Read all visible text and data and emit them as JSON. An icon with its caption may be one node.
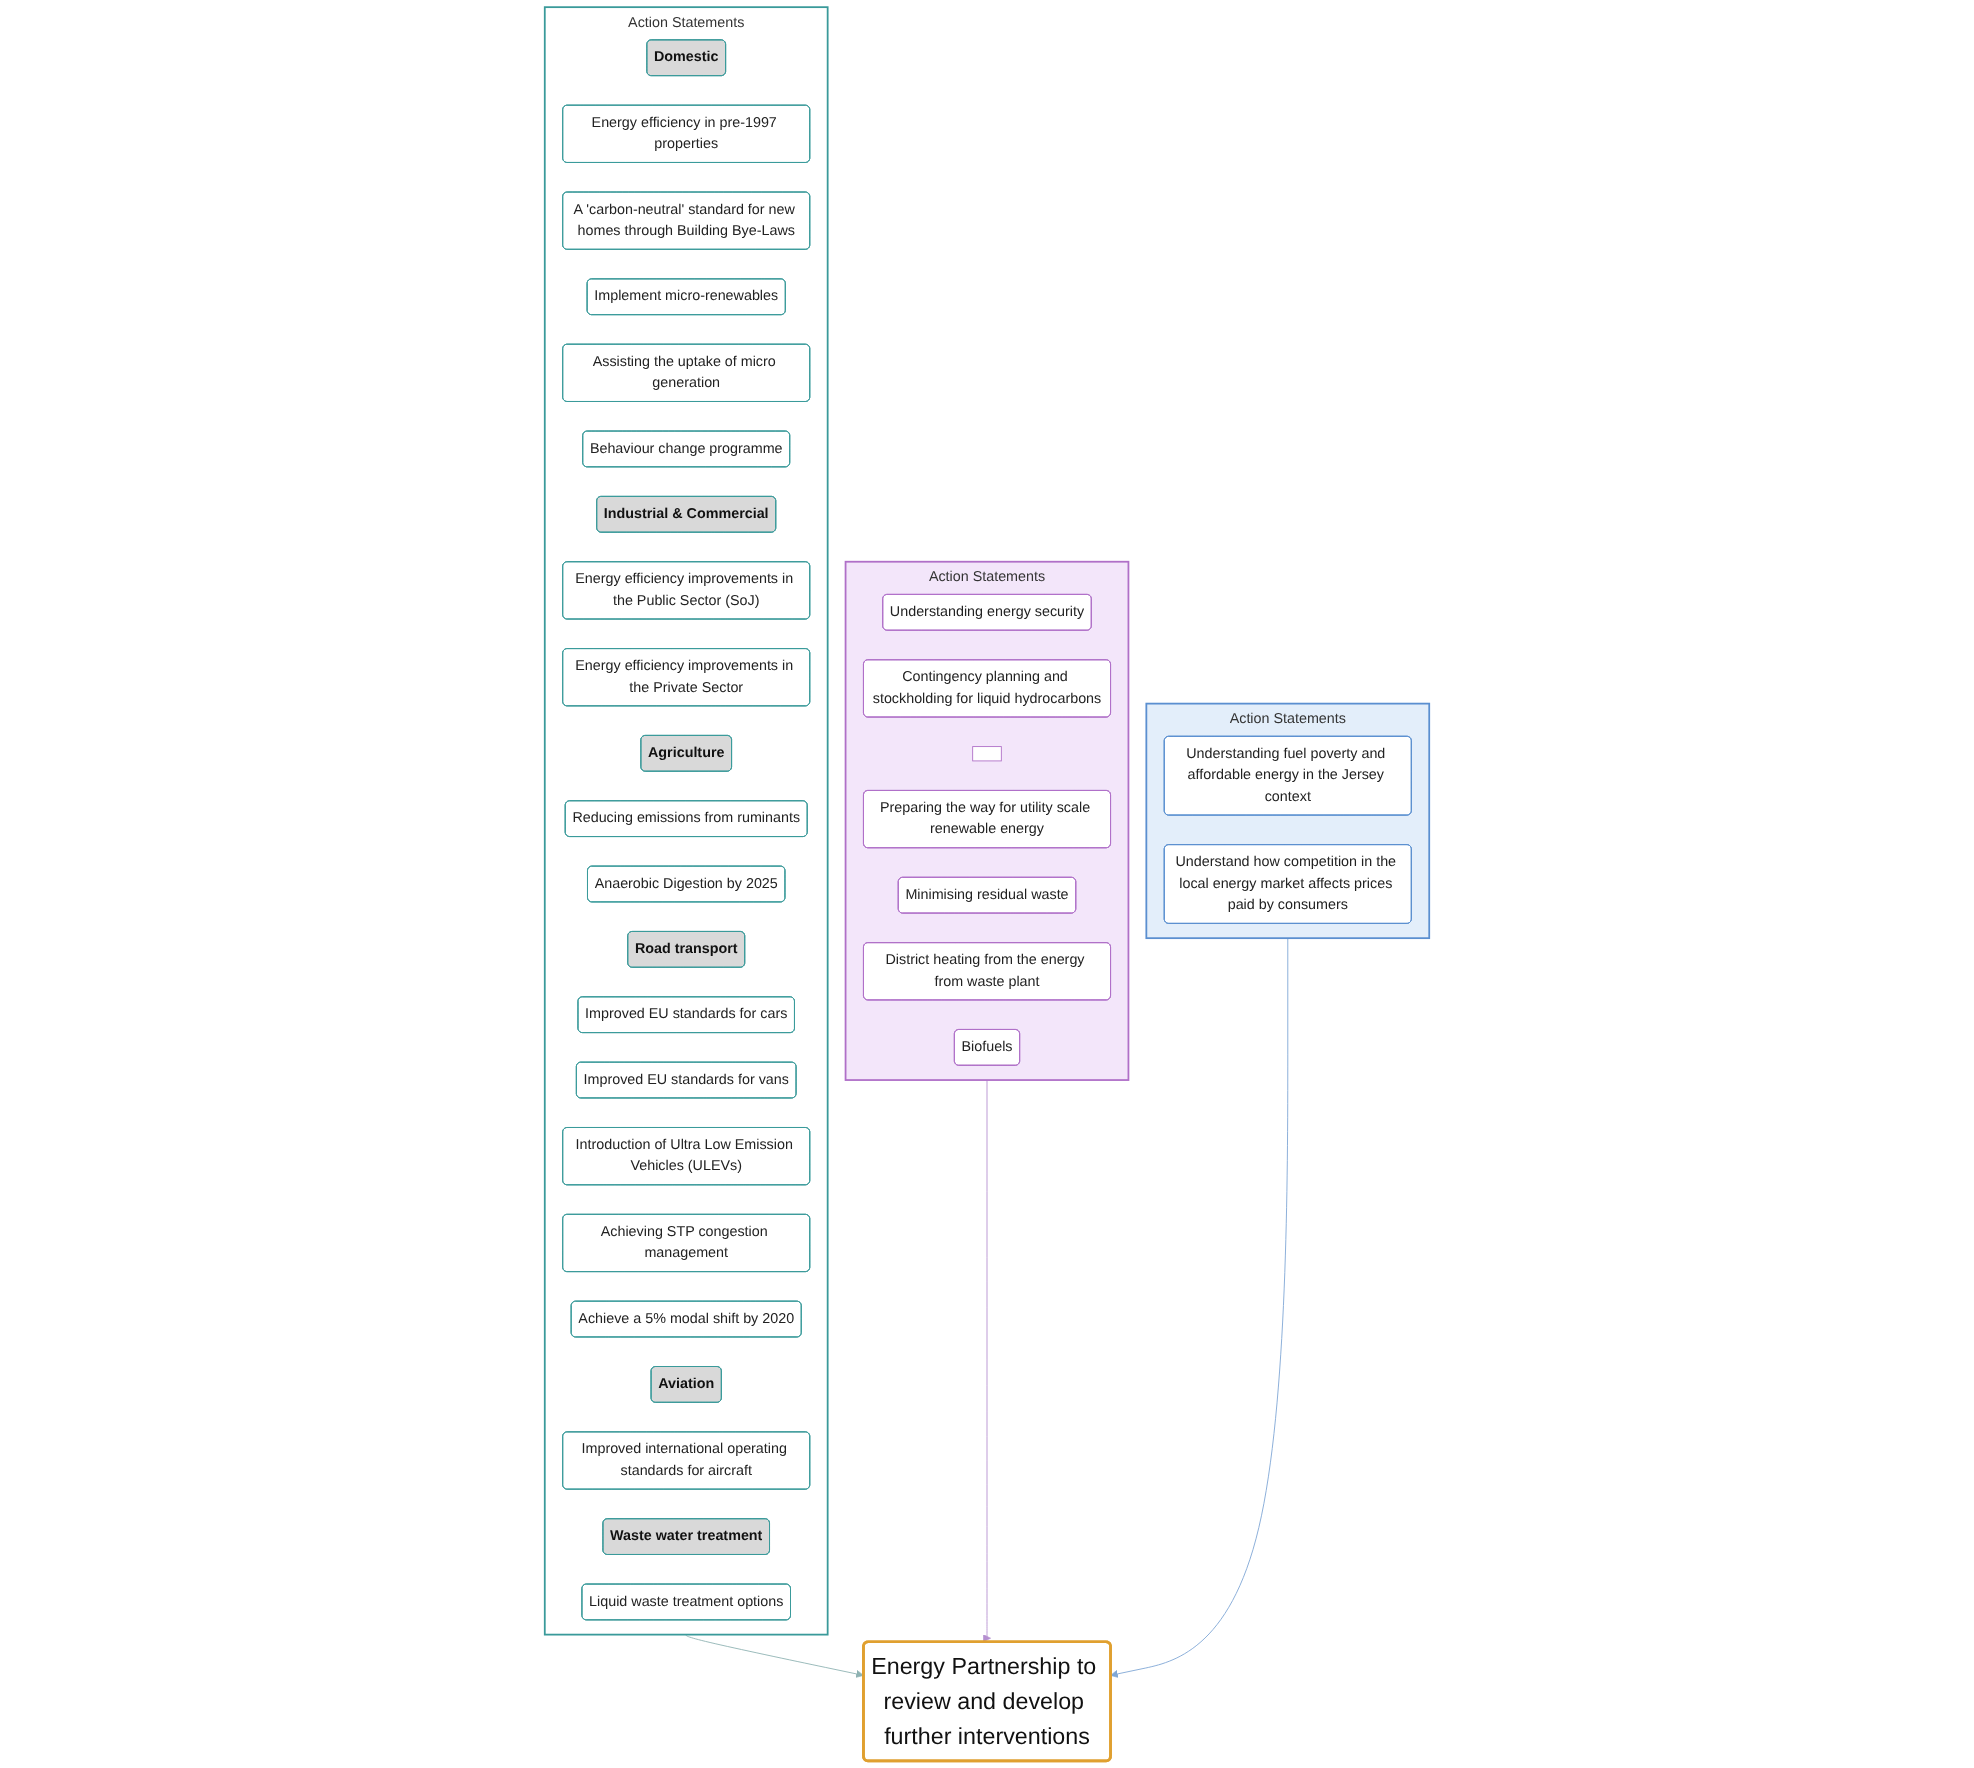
{
  "diagram": {
    "nodes": [
      {
        "text": [
          "Action Statements"
        ]
      },
      {
        "text": [
          "Domestic"
        ],
        "in": 0
      },
      {
        "text": [
          "Energy efficiency in pre-1997 properties"
        ],
        "in": 0
      },
      {
        "text": [
          "A 'carbon-neutral' standard for new homes through Building Bye-Laws"
        ],
        "in": 0
      },
      {
        "text": [
          "Implement micro-renewables"
        ],
        "in": 0
      },
      {
        "text": [
          "Assisting the uptake of micro generation"
        ],
        "in": 0
      },
      {
        "text": [
          "Behaviour change programme"
        ],
        "in": 0
      },
      {
        "text": [
          "Industrial & Commercial"
        ],
        "in": 0
      },
      {
        "text": [
          "Energy efficiency improvements in the Public Sector (SoJ)"
        ],
        "in": 0
      },
      {
        "text": [
          "Energy efficiency improvements in the Private Sector"
        ],
        "in": 0
      },
      {
        "text": [
          "Agriculture"
        ],
        "in": 0
      },
      {
        "text": [
          "Reducing emissions from ruminants"
        ],
        "in": 0
      },
      {
        "text": [
          "Anaerobic Digestion by 2025"
        ],
        "in": 0
      },
      {
        "text": [
          "Road transport"
        ],
        "in": 0
      },
      {
        "text": [
          "Improved EU standards for cars"
        ],
        "in": 0
      },
      {
        "text": [
          "Improved EU standards for vans"
        ],
        "in": 0
      },
      {
        "text": [
          "Introduction of Ultra Low Emission Vehicles (ULEVs)"
        ],
        "in": 0
      },
      {
        "text": [
          "Achieving STP congestion management"
        ],
        "in": 0
      },
      {
        "text": [
          "Achieve a 5% modal shift by 2020"
        ],
        "in": 0
      },
      {
        "text": [
          "Aviation"
        ],
        "in": 0
      },
      {
        "text": [
          "Improved international operating standards for aircraft"
        ],
        "in": 0
      },
      {
        "text": [
          "Waste water treatment"
        ],
        "in": 0
      },
      {
        "text": [
          "Liquid waste treatment options"
        ],
        "in": 0
      },
      {
        "text": [
          "Action Statements"
        ]
      },
      {
        "text": [
          "Understanding energy security"
        ],
        "in": 23
      },
      {
        "text": [
          "Contingency planning and stockholding for liquid hydrocarbons"
        ],
        "in": 23
      },
      {
        "text": [],
        "shape": "box",
        "in": 23
      },
      {
        "text": [
          "Preparing the way for utility scale renewable energy"
        ],
        "in": 23
      },
      {
        "text": [
          "Minimising residual waste"
        ],
        "in": 23
      },
      {
        "text": [
          "District heating from the energy from waste plant"
        ],
        "in": 23
      },
      {
        "text": [
          "Biofuels"
        ],
        "in": 23
      },
      {
        "text": [
          "Action Statements"
        ]
      },
      {
        "text": [
          "Understanding fuel poverty and affordable energy in the Jersey context"
        ],
        "in": 31
      },
      {
        "text": [
          "Understand how competition in the local energy market affects prices paid by consumers"
        ],
        "in": 31
      },
      {
        "text": [
          "Energy Partnership to review and develop further interventions"
        ]
      }
    ],
    "edges": [
      {
        "from": 0,
        "to": 34,
        "arrow": "to",
        "color": "#8fb3b3"
      },
      {
        "from": 23,
        "to": 34,
        "arrow": "to",
        "color": "#b58fd0"
      },
      {
        "from": 31,
        "to": 34,
        "arrow": "to",
        "color": "#7fa7d6"
      }
    ]
  }
}
